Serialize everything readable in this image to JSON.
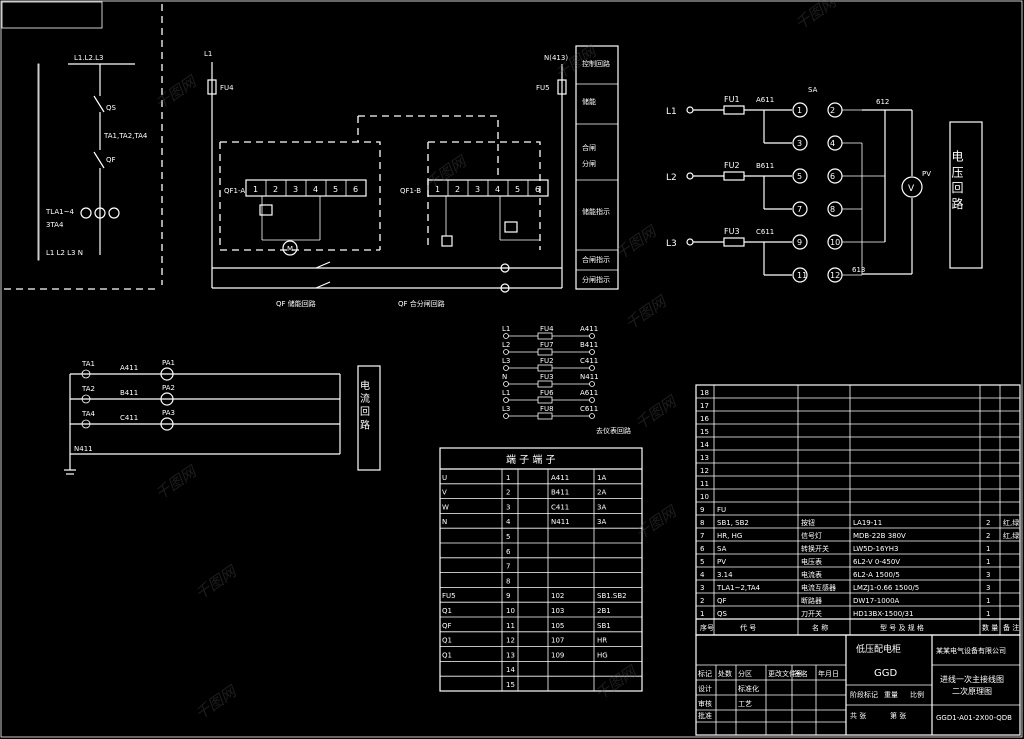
{
  "terminal_table": {
    "title": "端 子 端 子",
    "rows": [
      {
        "c1": "U",
        "c2": "1",
        "c3": "A411",
        "c4": "1A"
      },
      {
        "c1": "V",
        "c2": "2",
        "c3": "B411",
        "c4": "2A"
      },
      {
        "c1": "W",
        "c2": "3",
        "c3": "C411",
        "c4": "3A"
      },
      {
        "c1": "N",
        "c2": "4",
        "c3": "N411",
        "c4": "3A"
      },
      {
        "c1": "",
        "c2": "5",
        "c3": "",
        "c4": ""
      },
      {
        "c1": "",
        "c2": "6",
        "c3": "",
        "c4": ""
      },
      {
        "c1": "",
        "c2": "7",
        "c3": "",
        "c4": ""
      },
      {
        "c1": "",
        "c2": "8",
        "c3": "",
        "c4": ""
      },
      {
        "c1": "FU5",
        "c2": "9",
        "c3": "102",
        "c4": "SB1.SB2"
      },
      {
        "c1": "Q1",
        "c2": "10",
        "c3": "103",
        "c4": "2B1"
      },
      {
        "c1": "QF",
        "c2": "11",
        "c3": "105",
        "c4": "SB1"
      },
      {
        "c1": "Q1",
        "c2": "12",
        "c3": "107",
        "c4": "HR"
      },
      {
        "c1": "Q1",
        "c2": "13",
        "c3": "109",
        "c4": "HG"
      },
      {
        "c1": "",
        "c2": "14",
        "c3": "",
        "c4": ""
      },
      {
        "c1": "",
        "c2": "15",
        "c3": "",
        "c4": ""
      }
    ]
  },
  "parts_list": {
    "rows": [
      {
        "no": "18",
        "code": "",
        "name": "",
        "model": "",
        "qty": "",
        "note": ""
      },
      {
        "no": "17",
        "code": "",
        "name": "",
        "model": "",
        "qty": "",
        "note": ""
      },
      {
        "no": "16",
        "code": "",
        "name": "",
        "model": "",
        "qty": "",
        "note": ""
      },
      {
        "no": "15",
        "code": "",
        "name": "",
        "model": "",
        "qty": "",
        "note": ""
      },
      {
        "no": "14",
        "code": "",
        "name": "",
        "model": "",
        "qty": "",
        "note": ""
      },
      {
        "no": "13",
        "code": "",
        "name": "",
        "model": "",
        "qty": "",
        "note": ""
      },
      {
        "no": "12",
        "code": "",
        "name": "",
        "model": "",
        "qty": "",
        "note": ""
      },
      {
        "no": "11",
        "code": "",
        "name": "",
        "model": "",
        "qty": "",
        "note": ""
      },
      {
        "no": "10",
        "code": "",
        "name": "",
        "model": "",
        "qty": "",
        "note": ""
      },
      {
        "no": "9",
        "code": "FU",
        "name": "",
        "model": "",
        "qty": "",
        "note": ""
      },
      {
        "no": "8",
        "code": "SB1, SB2",
        "name": "按钮",
        "model": "LA19-11",
        "qty": "2",
        "note": "红,绿"
      },
      {
        "no": "7",
        "code": "HR, HG",
        "name": "信号灯",
        "model": "MDB-22B  380V",
        "qty": "2",
        "note": "红,绿"
      },
      {
        "no": "6",
        "code": "SA",
        "name": "转换开关",
        "model": "LW5D-16YH3",
        "qty": "1",
        "note": ""
      },
      {
        "no": "5",
        "code": "PV",
        "name": "电压表",
        "model": "6L2-V  0-450V",
        "qty": "1",
        "note": ""
      },
      {
        "no": "4",
        "code": "3.14",
        "name": "电流表",
        "model": "6L2-A  1500/5",
        "qty": "3",
        "note": ""
      },
      {
        "no": "3",
        "code": "TLA1~2,TA4",
        "name": "电流互感器",
        "model": "LMZJ1-0.66  1500/5",
        "qty": "3",
        "note": ""
      },
      {
        "no": "2",
        "code": "QF",
        "name": "断路器",
        "model": "DW17-1000A",
        "qty": "1",
        "note": ""
      },
      {
        "no": "1",
        "code": "QS",
        "name": "刀开关",
        "model": "HD13BX-1500/31",
        "qty": "1",
        "note": ""
      }
    ],
    "header": {
      "no": "序号",
      "code": "代 号",
      "name": "名 称",
      "model": "型 号 及 规 格",
      "qty": "数 量",
      "note": "备 注"
    }
  },
  "title_block": {
    "project": "低压配电柜",
    "model": "GGD",
    "company": "某某电气设备有限公司",
    "drawing_title": "进线一次主接线图",
    "drawing_sub": "二次原理图",
    "drawing_no": "GGD1-A01-2X00-QDB",
    "cells": [
      "标记",
      "处数",
      "分区",
      "更改文件号",
      "签名",
      "年月日",
      "设计",
      "标准化",
      "审核",
      "工艺",
      "批准",
      "阶段标记",
      "重量",
      "比例",
      "共 张",
      "第 张"
    ]
  },
  "voltage_circuit": {
    "fuses": [
      "FU1",
      "FU2",
      "FU3"
    ],
    "lines": [
      "L1",
      "L2",
      "L3"
    ],
    "wires": [
      "A611",
      "B611",
      "C611"
    ],
    "switch": "SA",
    "meter": "PV",
    "out_top": "612",
    "out_bot": "613",
    "contacts_left": [
      "1",
      "3",
      "5",
      "7",
      "9",
      "11"
    ],
    "contacts_right": [
      "2",
      "4",
      "6",
      "8",
      "10",
      "12"
    ],
    "label": "电 压 回 路"
  },
  "current_circuit": {
    "cts": [
      "TA1",
      "TA2",
      "TA4"
    ],
    "wires": [
      "A411",
      "B411",
      "C411",
      "N411"
    ],
    "meters": [
      "PA1",
      "PA2",
      "PA3"
    ],
    "label": "电 流 回 路"
  },
  "control_circuit": {
    "top_left": "L1",
    "top_right": "N(413)",
    "fuse_left": "FU4",
    "fuse_right": "FU5",
    "term_left": [
      "1",
      "2",
      "3",
      "4",
      "5",
      "6"
    ],
    "term_right": [
      "1",
      "2",
      "3",
      "4",
      "5",
      "6"
    ],
    "block_left": "QF1-A",
    "block_right": "QF1-B",
    "caption_left": "QF 储能回路",
    "caption_right": "QF 合分闸回路",
    "motor": "M",
    "sidebar": [
      "控制回路",
      "储能",
      "合闸",
      "分闸",
      "储能指示",
      "合闸指示",
      "分闸指示"
    ]
  },
  "single_line": {
    "bus": "L1.L2.L3",
    "qs": "QS",
    "ct": "TA1,TA2,TA4",
    "qf": "QF",
    "meters": [
      "TLA1~4",
      "3TA4"
    ],
    "bottom": "L1 L2 L3 N"
  },
  "small_fuse_table": {
    "rows": [
      {
        "l": "L1",
        "f": "FU4",
        "r": "A411"
      },
      {
        "l": "L2",
        "f": "FU7",
        "r": "B411"
      },
      {
        "l": "L3",
        "f": "FU2",
        "r": "C411"
      },
      {
        "l": "N",
        "f": "FU3",
        "r": "N411"
      },
      {
        "l": "L1",
        "f": "FU6",
        "r": "A611"
      },
      {
        "l": "L3",
        "f": "FU8",
        "r": "C611"
      }
    ],
    "note": "去仪表回路"
  },
  "watermark": "千图网"
}
